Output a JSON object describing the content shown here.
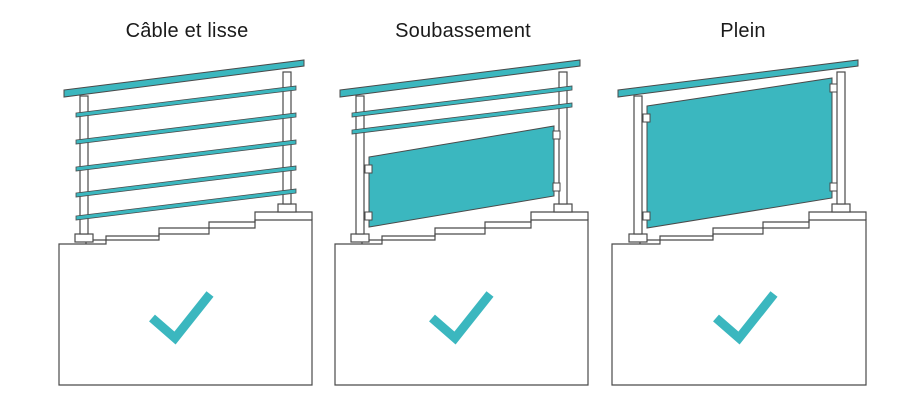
{
  "colors": {
    "accent": "#3bb7bf",
    "outline": "#4a4a4a"
  },
  "panels": [
    {
      "title": "Câble et lisse",
      "infill": "cables-icon",
      "status_icon": "checkmark-icon"
    },
    {
      "title": "Soubassement",
      "infill": "lower-panel-icon",
      "status_icon": "checkmark-icon"
    },
    {
      "title": "Plein",
      "infill": "full-panel-icon",
      "status_icon": "checkmark-icon"
    }
  ]
}
